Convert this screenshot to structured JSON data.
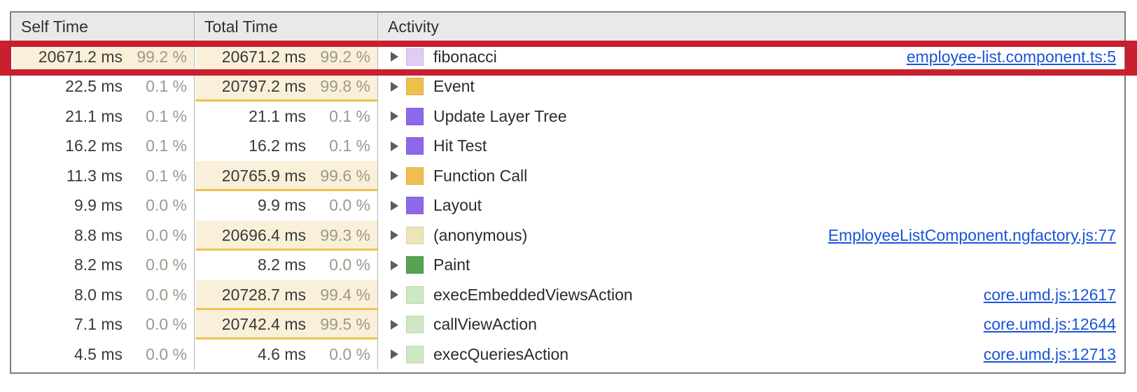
{
  "panel": {
    "name": "bottom-up-tree",
    "columns": [
      {
        "key": "self_time",
        "label": "Self Time"
      },
      {
        "key": "total_time",
        "label": "Total Time"
      },
      {
        "key": "activity",
        "label": "Activity"
      }
    ]
  },
  "colors": {
    "highlight_box": "#c8202e",
    "bar_fill": "#faf0da",
    "bar_underline": "#eec24a",
    "link": "#1a54d8",
    "header_bg": "#e9e9e9",
    "border": "#b4b4b4",
    "outer_border": "#7d7d7d",
    "percent_text": "#9b998c",
    "value_text": "#3a3a3a"
  },
  "swatch_colors": {
    "scripting_light": "#e0ccf5",
    "scripting": "#f0bf4c",
    "rendering": "#8d68e8",
    "painting": "#54a452",
    "anonymous": "#efe4b8",
    "angular_green": "#cfe8c4"
  },
  "rows": [
    {
      "self_ms": "20671.2 ms",
      "self_pct": "99.2 %",
      "self_fill": 99.2,
      "self_highlight": true,
      "self_underline": false,
      "total_ms": "20671.2 ms",
      "total_pct": "99.2 %",
      "total_fill": 99.2,
      "total_highlight": true,
      "total_underline": false,
      "activity": "fibonacci",
      "swatch": "scripting_light",
      "swatch_name": "swatch-scripting-light",
      "link": "employee-list.component.ts:5",
      "selected": true
    },
    {
      "self_ms": "22.5 ms",
      "self_pct": "0.1 %",
      "self_fill": 0,
      "self_highlight": false,
      "self_underline": false,
      "total_ms": "20797.2 ms",
      "total_pct": "99.8 %",
      "total_fill": 99.8,
      "total_highlight": true,
      "total_underline": true,
      "activity": "Event",
      "swatch": "scripting",
      "swatch_name": "swatch-scripting",
      "link": "",
      "selected": false
    },
    {
      "self_ms": "21.1 ms",
      "self_pct": "0.1 %",
      "self_fill": 0,
      "self_highlight": false,
      "self_underline": false,
      "total_ms": "21.1 ms",
      "total_pct": "0.1 %",
      "total_fill": 0,
      "total_highlight": false,
      "total_underline": false,
      "activity": "Update Layer Tree",
      "swatch": "rendering",
      "swatch_name": "swatch-rendering",
      "link": "",
      "selected": false
    },
    {
      "self_ms": "16.2 ms",
      "self_pct": "0.1 %",
      "self_fill": 0,
      "self_highlight": false,
      "self_underline": false,
      "total_ms": "16.2 ms",
      "total_pct": "0.1 %",
      "total_fill": 0,
      "total_highlight": false,
      "total_underline": false,
      "activity": "Hit Test",
      "swatch": "rendering",
      "swatch_name": "swatch-rendering",
      "link": "",
      "selected": false
    },
    {
      "self_ms": "11.3 ms",
      "self_pct": "0.1 %",
      "self_fill": 0,
      "self_highlight": false,
      "self_underline": false,
      "total_ms": "20765.9 ms",
      "total_pct": "99.6 %",
      "total_fill": 99.6,
      "total_highlight": true,
      "total_underline": true,
      "activity": "Function Call",
      "swatch": "scripting",
      "swatch_name": "swatch-scripting",
      "link": "",
      "selected": false
    },
    {
      "self_ms": "9.9 ms",
      "self_pct": "0.0 %",
      "self_fill": 0,
      "self_highlight": false,
      "self_underline": false,
      "total_ms": "9.9 ms",
      "total_pct": "0.0 %",
      "total_fill": 0,
      "total_highlight": false,
      "total_underline": false,
      "activity": "Layout",
      "swatch": "rendering",
      "swatch_name": "swatch-rendering",
      "link": "",
      "selected": false
    },
    {
      "self_ms": "8.8 ms",
      "self_pct": "0.0 %",
      "self_fill": 0,
      "self_highlight": false,
      "self_underline": false,
      "total_ms": "20696.4 ms",
      "total_pct": "99.3 %",
      "total_fill": 99.3,
      "total_highlight": true,
      "total_underline": true,
      "activity": "(anonymous)",
      "swatch": "anonymous",
      "swatch_name": "swatch-anonymous",
      "link": "EmployeeListComponent.ngfactory.js:77",
      "selected": false
    },
    {
      "self_ms": "8.2 ms",
      "self_pct": "0.0 %",
      "self_fill": 0,
      "self_highlight": false,
      "self_underline": false,
      "total_ms": "8.2 ms",
      "total_pct": "0.0 %",
      "total_fill": 0,
      "total_highlight": false,
      "total_underline": false,
      "activity": "Paint",
      "swatch": "painting",
      "swatch_name": "swatch-painting",
      "link": "",
      "selected": false
    },
    {
      "self_ms": "8.0 ms",
      "self_pct": "0.0 %",
      "self_fill": 0,
      "self_highlight": false,
      "self_underline": false,
      "total_ms": "20728.7 ms",
      "total_pct": "99.4 %",
      "total_fill": 99.4,
      "total_highlight": true,
      "total_underline": true,
      "activity": "execEmbeddedViewsAction",
      "swatch": "angular_green",
      "swatch_name": "swatch-angular-green",
      "link": "core.umd.js:12617",
      "selected": false
    },
    {
      "self_ms": "7.1 ms",
      "self_pct": "0.0 %",
      "self_fill": 0,
      "self_highlight": false,
      "self_underline": false,
      "total_ms": "20742.4 ms",
      "total_pct": "99.5 %",
      "total_fill": 99.5,
      "total_highlight": true,
      "total_underline": true,
      "activity": "callViewAction",
      "swatch": "angular_green",
      "swatch_name": "swatch-angular-green",
      "link": "core.umd.js:12644",
      "selected": false
    },
    {
      "self_ms": "4.5 ms",
      "self_pct": "0.0 %",
      "self_fill": 0,
      "self_highlight": false,
      "self_underline": false,
      "total_ms": "4.6 ms",
      "total_pct": "0.0 %",
      "total_fill": 0,
      "total_highlight": false,
      "total_underline": false,
      "activity": "execQueriesAction",
      "swatch": "angular_green",
      "swatch_name": "swatch-angular-green",
      "link": "core.umd.js:12713",
      "selected": false
    }
  ],
  "annotation": {
    "type": "highlight-rectangle",
    "target_row_activity": "fibonacci",
    "color": "#c8202e"
  }
}
